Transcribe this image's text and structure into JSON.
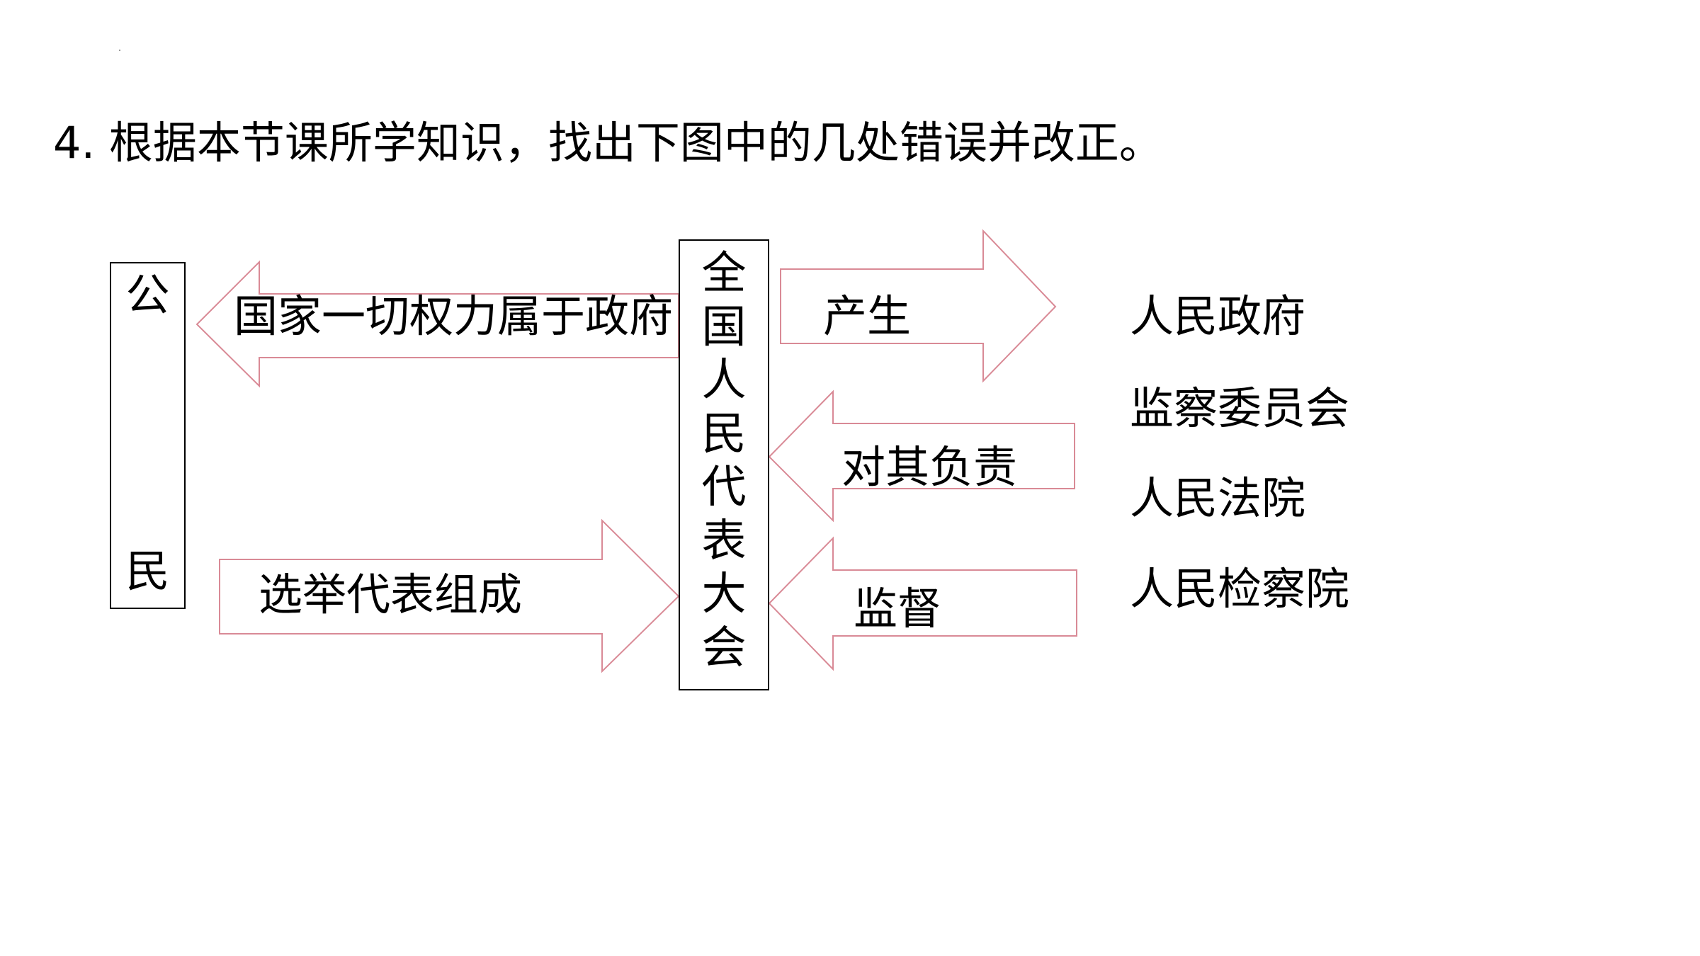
{
  "question": "4. 根据本节课所学知识，找出下图中的几处错误并改正。",
  "citizen": {
    "char_top": "公",
    "char_bottom": "民"
  },
  "npc": {
    "title": "全国人民代表大会"
  },
  "arrows": {
    "left_top_label": "国家一切权力属于政府",
    "left_bottom_label": "选举代表组成",
    "right_top_label": "产生",
    "right_middle_label": "对其负责",
    "right_bottom_label": "监督"
  },
  "organs": [
    "人民政府",
    "监察委员会",
    "人民法院",
    "人民检察院"
  ],
  "colors": {
    "arrow_stroke": "#d98a96",
    "text": "#000000",
    "box_border": "#000000"
  }
}
